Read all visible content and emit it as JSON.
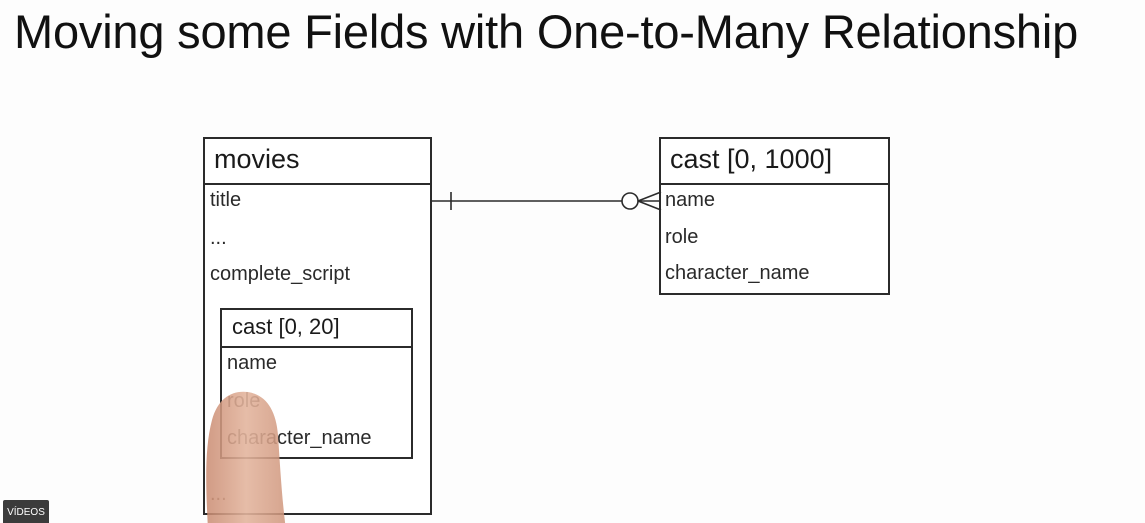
{
  "slide": {
    "title": "Moving some Fields with One-to-Many Relationship"
  },
  "movies": {
    "header": "movies",
    "fields": [
      "title",
      "...",
      "complete_script",
      "..."
    ]
  },
  "cast_inner": {
    "header": "cast [0, 20]",
    "fields": [
      "name",
      "role",
      "character_name"
    ]
  },
  "cast_outer": {
    "header": "cast [0, 1000]",
    "fields": [
      "name",
      "role",
      "character_name"
    ]
  },
  "relationship": {
    "from_cardinality": "one",
    "to_cardinality": "zero-or-many"
  },
  "video_badge": "VÍDEOS",
  "colors": {
    "lines": "#2b2b2b",
    "skin": "#d9a48a"
  }
}
